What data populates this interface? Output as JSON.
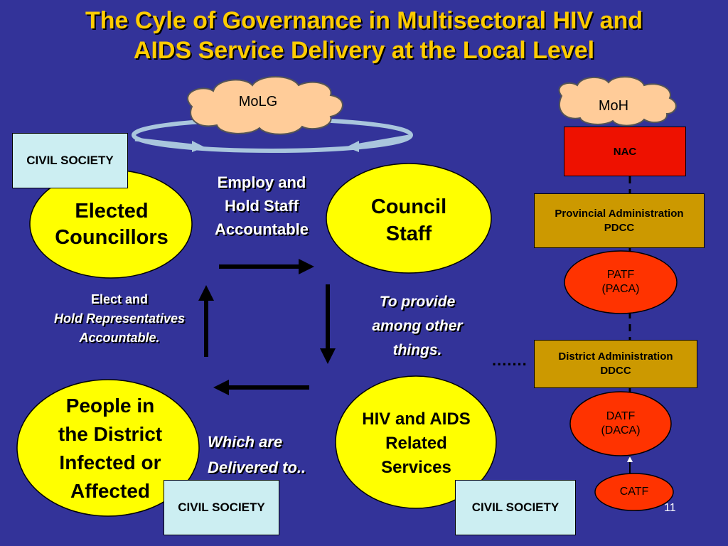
{
  "title": {
    "line1": "The Cyle of Governance in Multisectoral HIV and",
    "line2": "AIDS Service Delivery at the Local Level"
  },
  "clouds": {
    "molg": "MoLG",
    "moh": "MoH"
  },
  "circles": {
    "elected": {
      "line1": "Elected",
      "line2": "Councillors"
    },
    "council": {
      "line1": "Council",
      "line2": "Staff"
    },
    "people": {
      "line1": "People in",
      "line2": "the District",
      "line3": "Infected or",
      "line4": "Affected"
    },
    "services": {
      "line1": "HIV and AIDS",
      "line2": "Related",
      "line3": "Services"
    }
  },
  "captions": {
    "employ": {
      "line1": "Employ and",
      "line2": "Hold Staff",
      "line3": "Accountable"
    },
    "elect": {
      "line1": "Elect and",
      "line2": "Hold Representatives",
      "line3": "Accountable."
    },
    "provide": {
      "line1": "To provide",
      "line2": "among other",
      "line3": "things."
    },
    "delivered": {
      "line1": "Which are",
      "line2": "Delivered to.."
    }
  },
  "civil_society": {
    "top_left": "CIVIL SOCIETY",
    "bottom_left": "CIVIL SOCIETY",
    "bottom_right": "CIVIL SOCIETY"
  },
  "hierarchy": {
    "nac": "NAC",
    "provincial": {
      "line1": "Provincial Administration",
      "line2": "PDCC"
    },
    "patf": {
      "line1": "PATF",
      "line2": "(PACA)"
    },
    "district": {
      "line1": "District Administration",
      "line2": "DDCC"
    },
    "datf": {
      "line1": "DATF",
      "line2": "(DACA)"
    },
    "catf": "CATF"
  },
  "dotted_connector": ".......",
  "page_number": "11",
  "colors": {
    "background": "#333399",
    "title": "#FFCC00",
    "circle_fill": "#FFFF00",
    "cloud_fill": "#FFCC99",
    "red_fill": "#FF3300",
    "admin_fill": "#CC9900",
    "civil_fill": "#CCEEF2"
  }
}
